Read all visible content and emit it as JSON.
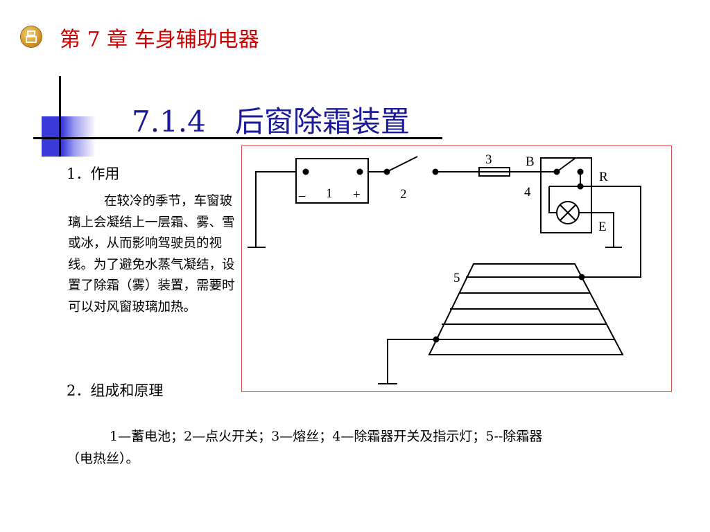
{
  "header": {
    "chapter_title": "第 7 章   车身辅助电器",
    "icon": "chapter-badge-icon"
  },
  "section_title": "7.1.4　后窗除霜装置",
  "purpose": {
    "heading": "1．作用",
    "paragraph": "在较冷的季节，车窗玻璃上会凝结上一层霜、雾、雪或冰，从而影响驾驶员的视线。为了避免水蒸气凝结，设置了除霜（雾）装置，需要时可以对风窗玻璃加热。"
  },
  "composition": {
    "heading": "2．组成和原理",
    "legend": "1—蓄电池；2—点火开关；3—熔丝；4—除霜器开关及指示灯；5--除霜器（电热丝）。"
  },
  "diagram": {
    "labels": {
      "battery_minus": "–",
      "battery_num": "1",
      "battery_plus": "+",
      "ignition_num": "2",
      "fuse_num": "3",
      "terminal_b": "B",
      "switch_num": "4",
      "terminal_r": "R",
      "terminal_e": "E",
      "defroster_num": "5"
    }
  },
  "colors": {
    "chapter_title": "#cc0000",
    "section_title": "#1a1a9a",
    "diagram_border": "#e05050",
    "deco_block": "#3a3ad8"
  }
}
